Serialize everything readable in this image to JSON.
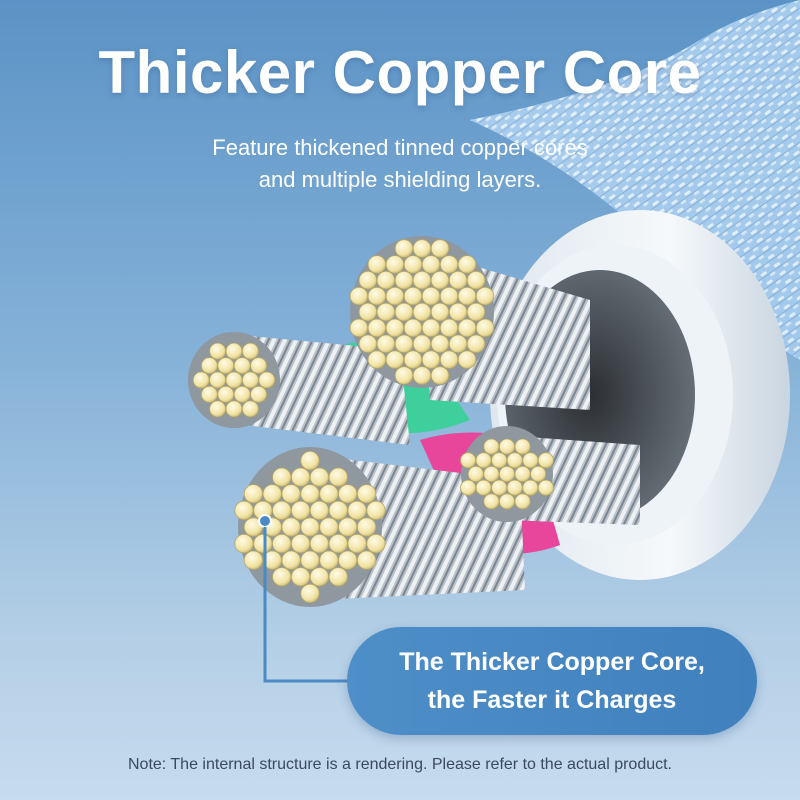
{
  "heading": {
    "title": "Thicker Copper Core",
    "subtitle_line1": "Feature thickened tinned copper cores",
    "subtitle_line2": "and multiple shielding layers."
  },
  "callout": {
    "line1": "The Thicker Copper Core,",
    "line2": "the Faster it Charges"
  },
  "footer": {
    "note": "Note: The internal structure is a rendering. Please refer to the actual product."
  },
  "colors": {
    "background_top": "#5b93c6",
    "background_bottom": "#c7dbef",
    "callout_fill": "#4a8ac5",
    "copper_strand": "#f3e5a6",
    "insulation_green": "#3fcf9c",
    "insulation_pink": "#e8469a",
    "braid_blue": "#a9cdec"
  },
  "illustration": {
    "subject": "cable cross-section with four stranded conductors",
    "conductor_count": 4
  }
}
